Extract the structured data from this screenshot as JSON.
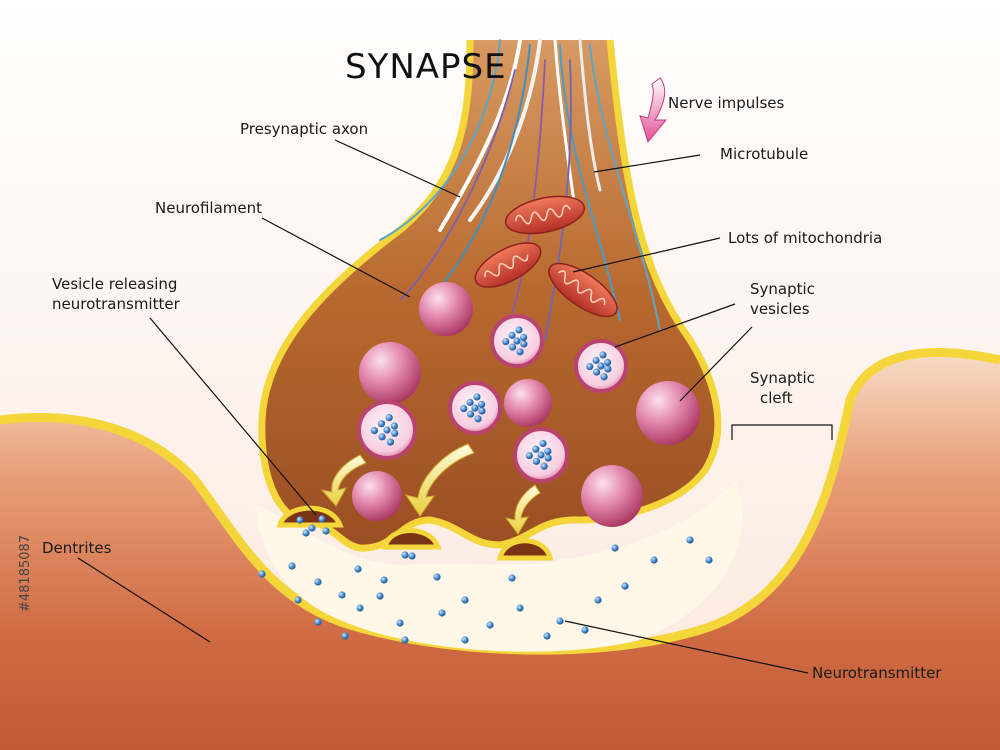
{
  "title": "SYNAPSE",
  "labels": {
    "nerve_impulses": "Nerve impulses",
    "presynaptic_axon": "Presynaptic axon",
    "microtubule": "Microtubule",
    "neurofilament": "Neurofilament",
    "mitochondria": "Lots of mitochondria",
    "vesicle_releasing_1": "Vesicle releasing",
    "vesicle_releasing_2": "neurotransmitter",
    "synaptic_vesicles_1": "Synaptic",
    "synaptic_vesicles_2": "vesicles",
    "synaptic_cleft_1": "Synaptic",
    "synaptic_cleft_2": "cleft",
    "dentrites": "Dentrites",
    "neurotransmitter": "Neurotransmitter"
  },
  "stock_id": "#48185087",
  "colors": {
    "membrane_yellow": "#f6d83a",
    "axon_brown": "#b86a36",
    "dendrite_orange": "#d97a4c",
    "cleft_cream": "#fff6e6",
    "vesicle_pink": "#c94f7c",
    "mitochondria_red": "#d6403a",
    "neurotransmitter_blue": "#2e74b5",
    "arrow_pink": "#e86aa6",
    "release_arrow_yellow": "#f2e07a"
  },
  "icons": [
    "down-arrow-icon",
    "curved-arrow-icon"
  ]
}
